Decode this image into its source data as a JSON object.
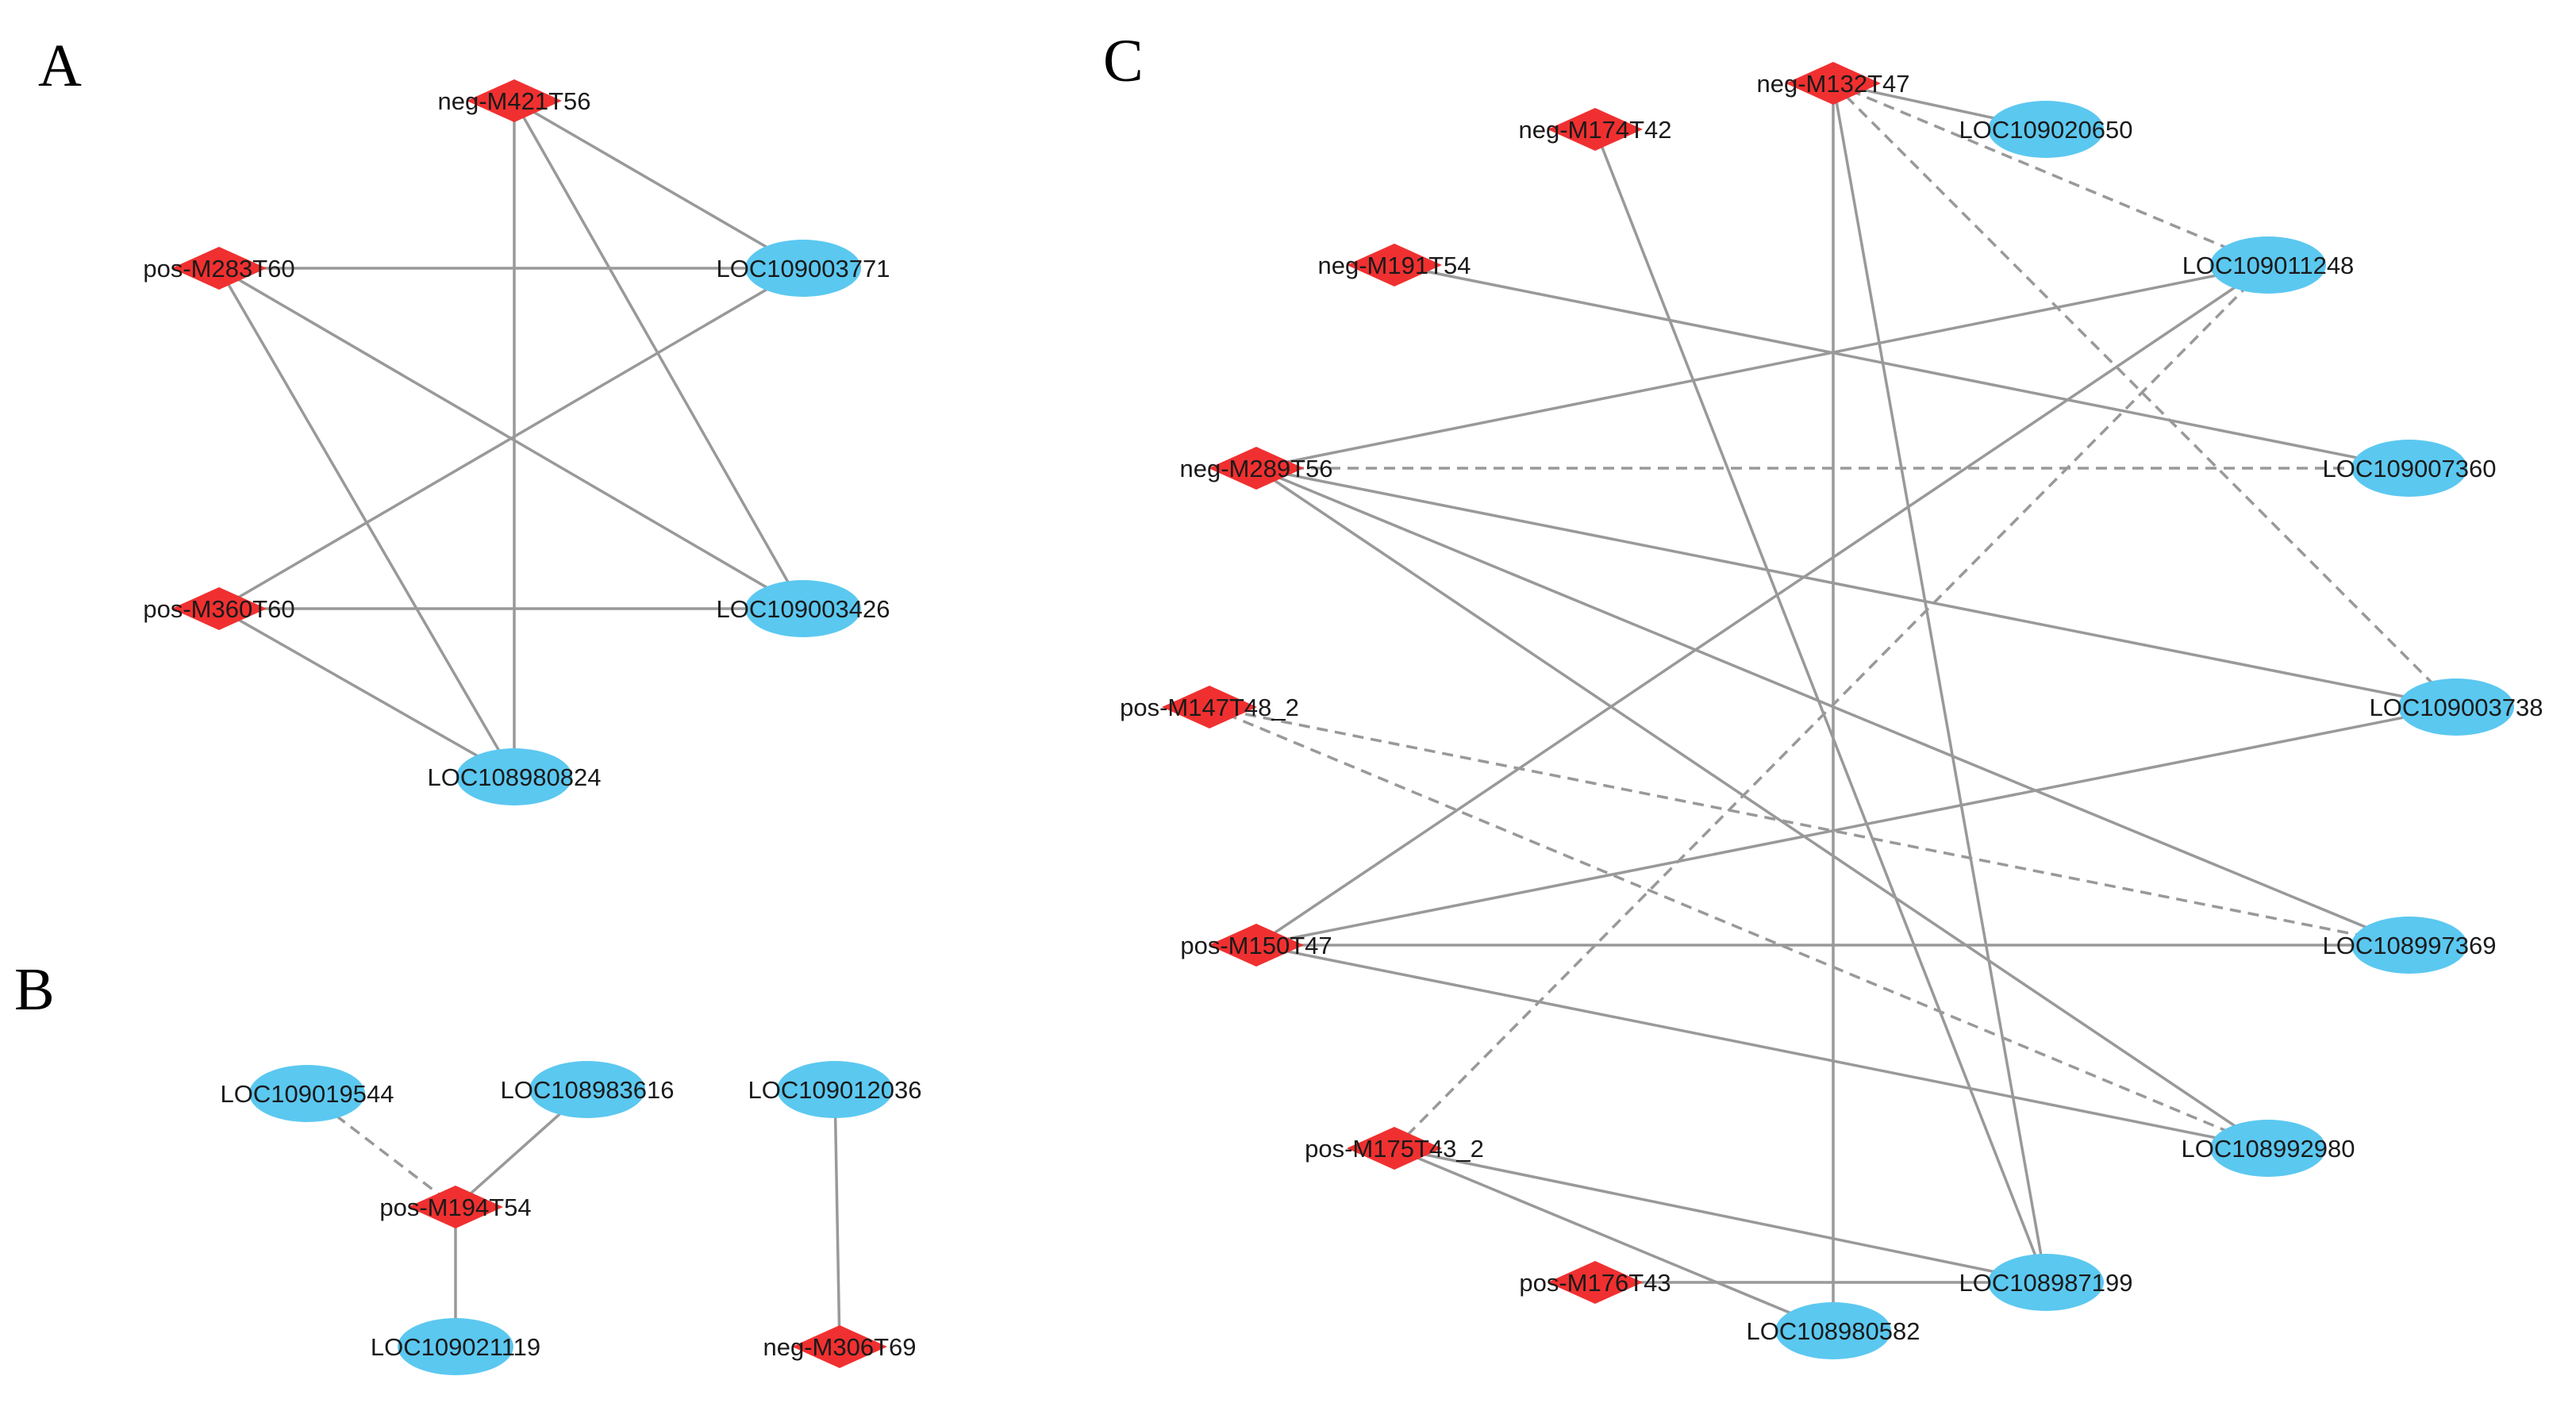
{
  "panels": [
    {
      "letter": "A",
      "nodes": [
        {
          "id": "a1",
          "label": "neg-M421T56",
          "shape": "diamond"
        },
        {
          "id": "a2",
          "label": "pos-M283T60",
          "shape": "diamond"
        },
        {
          "id": "a3",
          "label": "pos-M360T60",
          "shape": "diamond"
        },
        {
          "id": "a4",
          "label": "LOC109003771",
          "shape": "ellipse"
        },
        {
          "id": "a5",
          "label": "LOC109003426",
          "shape": "ellipse"
        },
        {
          "id": "a6",
          "label": "LOC108980824",
          "shape": "ellipse"
        }
      ],
      "edges": [
        {
          "source": "a1",
          "target": "a4",
          "style": "solid"
        },
        {
          "source": "a1",
          "target": "a5",
          "style": "solid"
        },
        {
          "source": "a1",
          "target": "a6",
          "style": "solid"
        },
        {
          "source": "a2",
          "target": "a4",
          "style": "solid"
        },
        {
          "source": "a2",
          "target": "a5",
          "style": "solid"
        },
        {
          "source": "a2",
          "target": "a6",
          "style": "solid"
        },
        {
          "source": "a3",
          "target": "a4",
          "style": "solid"
        },
        {
          "source": "a3",
          "target": "a5",
          "style": "solid"
        },
        {
          "source": "a3",
          "target": "a6",
          "style": "solid"
        }
      ]
    },
    {
      "letter": "B",
      "nodes": [
        {
          "id": "b1",
          "label": "LOC109019544",
          "shape": "ellipse"
        },
        {
          "id": "b2",
          "label": "LOC108983616",
          "shape": "ellipse"
        },
        {
          "id": "b3",
          "label": "pos-M194T54",
          "shape": "diamond"
        },
        {
          "id": "b4",
          "label": "LOC109021119",
          "shape": "ellipse"
        },
        {
          "id": "b5",
          "label": "LOC109012036",
          "shape": "ellipse"
        },
        {
          "id": "b6",
          "label": "neg-M306T69",
          "shape": "diamond"
        }
      ],
      "edges": [
        {
          "source": "b1",
          "target": "b3",
          "style": "dashed"
        },
        {
          "source": "b2",
          "target": "b3",
          "style": "solid"
        },
        {
          "source": "b3",
          "target": "b4",
          "style": "solid"
        },
        {
          "source": "b5",
          "target": "b6",
          "style": "solid"
        }
      ]
    },
    {
      "letter": "C",
      "nodes": [
        {
          "id": "c1",
          "label": "neg-M132T47",
          "shape": "diamond"
        },
        {
          "id": "c2",
          "label": "neg-M174T42",
          "shape": "diamond"
        },
        {
          "id": "c3",
          "label": "neg-M191T54",
          "shape": "diamond"
        },
        {
          "id": "c4",
          "label": "neg-M289T56",
          "shape": "diamond"
        },
        {
          "id": "c5",
          "label": "pos-M147T48_2",
          "shape": "diamond"
        },
        {
          "id": "c6",
          "label": "pos-M150T47",
          "shape": "diamond"
        },
        {
          "id": "c7",
          "label": "pos-M175T43_2",
          "shape": "diamond"
        },
        {
          "id": "c8",
          "label": "pos-M176T43",
          "shape": "diamond"
        },
        {
          "id": "c9",
          "label": "LOC109020650",
          "shape": "ellipse"
        },
        {
          "id": "c10",
          "label": "LOC109011248",
          "shape": "ellipse"
        },
        {
          "id": "c11",
          "label": "LOC109007360",
          "shape": "ellipse"
        },
        {
          "id": "c12",
          "label": "LOC109003738",
          "shape": "ellipse"
        },
        {
          "id": "c13",
          "label": "LOC108997369",
          "shape": "ellipse"
        },
        {
          "id": "c14",
          "label": "LOC108992980",
          "shape": "ellipse"
        },
        {
          "id": "c15",
          "label": "LOC108987199",
          "shape": "ellipse"
        },
        {
          "id": "c16",
          "label": "LOC108980582",
          "shape": "ellipse"
        }
      ],
      "edges": [
        {
          "source": "c1",
          "target": "c9",
          "style": "solid"
        },
        {
          "source": "c1",
          "target": "c10",
          "style": "dashed"
        },
        {
          "source": "c1",
          "target": "c12",
          "style": "dashed"
        },
        {
          "source": "c1",
          "target": "c15",
          "style": "solid"
        },
        {
          "source": "c1",
          "target": "c16",
          "style": "solid"
        },
        {
          "source": "c2",
          "target": "c15",
          "style": "solid"
        },
        {
          "source": "c3",
          "target": "c11",
          "style": "solid"
        },
        {
          "source": "c4",
          "target": "c10",
          "style": "solid"
        },
        {
          "source": "c4",
          "target": "c11",
          "style": "dashed"
        },
        {
          "source": "c4",
          "target": "c12",
          "style": "solid"
        },
        {
          "source": "c4",
          "target": "c13",
          "style": "solid"
        },
        {
          "source": "c4",
          "target": "c14",
          "style": "solid"
        },
        {
          "source": "c5",
          "target": "c13",
          "style": "dashed"
        },
        {
          "source": "c5",
          "target": "c14",
          "style": "dashed"
        },
        {
          "source": "c6",
          "target": "c10",
          "style": "solid"
        },
        {
          "source": "c6",
          "target": "c12",
          "style": "solid"
        },
        {
          "source": "c6",
          "target": "c13",
          "style": "solid"
        },
        {
          "source": "c6",
          "target": "c14",
          "style": "solid"
        },
        {
          "source": "c7",
          "target": "c10",
          "style": "dashed"
        },
        {
          "source": "c7",
          "target": "c15",
          "style": "solid"
        },
        {
          "source": "c7",
          "target": "c16",
          "style": "solid"
        },
        {
          "source": "c8",
          "target": "c15",
          "style": "solid"
        }
      ]
    }
  ],
  "colors": {
    "diamond": "#f03030",
    "ellipse": "#5bc8f0",
    "edge": "#999999",
    "text": "#1a1a1a"
  }
}
